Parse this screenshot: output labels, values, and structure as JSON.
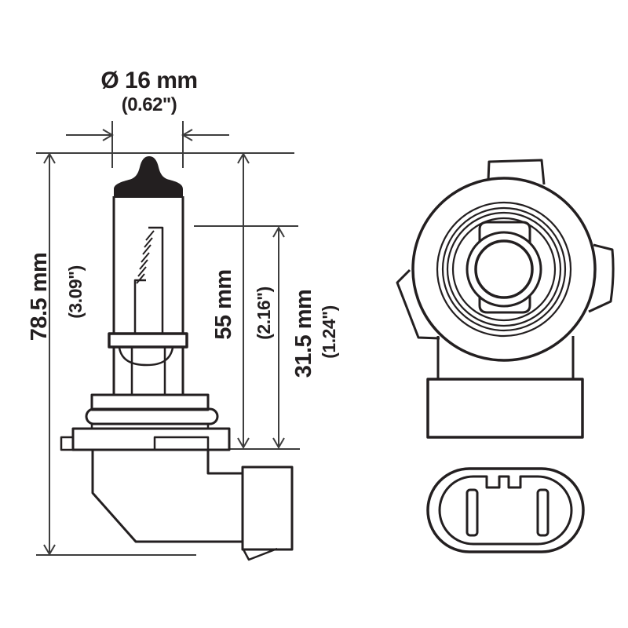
{
  "labels": {
    "diameter_mm": "Ø 16 mm",
    "diameter_in": "(0.62\")",
    "overall_length_mm": "78.5 mm",
    "overall_length_in": "(3.09\")",
    "glass_length_mm": "55 mm",
    "glass_length_in": "(2.16\")",
    "base_length_mm": "31.5 mm",
    "base_length_in": "(1.24\")"
  },
  "colors": {
    "line": "#231f20",
    "dimension_line": "#3d3d3d",
    "background": "#ffffff"
  }
}
